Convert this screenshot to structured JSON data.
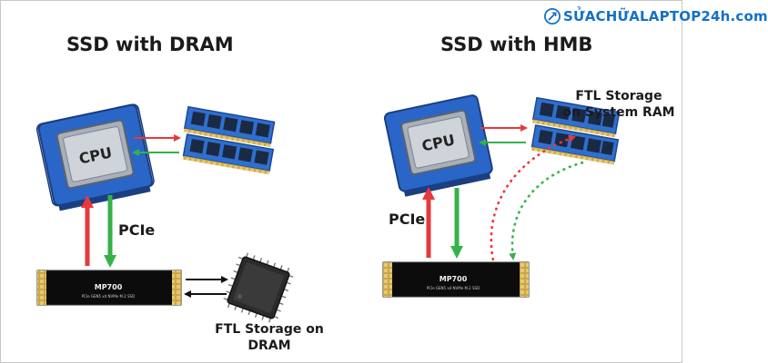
{
  "logo": {
    "text": "SỬACHỮALAPTOP24h.com",
    "icon": "wrench-logo-icon",
    "color": "#1470c8"
  },
  "left": {
    "title": "SSD with DRAM",
    "cpu_label": "CPU",
    "bus_label": "PCIe",
    "ssd_model": "MP700",
    "ssd_subtext": "PCIe GEN5 x4 NVMe M.2 SSD",
    "storage_label_line1": "FTL Storage on",
    "storage_label_line2": "DRAM"
  },
  "right": {
    "title": "SSD with HMB",
    "cpu_label": "CPU",
    "bus_label": "PCIe",
    "ssd_model": "MP700",
    "ssd_subtext": "PCIe GEN5 x4 NVMe M.2 SSD",
    "storage_label_line1": "FTL Storage",
    "storage_label_line2": "on System RAM"
  },
  "colors": {
    "red_arrow": "#e8383a",
    "green_arrow": "#35b24a",
    "black_arrow": "#111111",
    "cpu_blue": "#2a66c8",
    "ram_blue": "#2f6fd0"
  }
}
